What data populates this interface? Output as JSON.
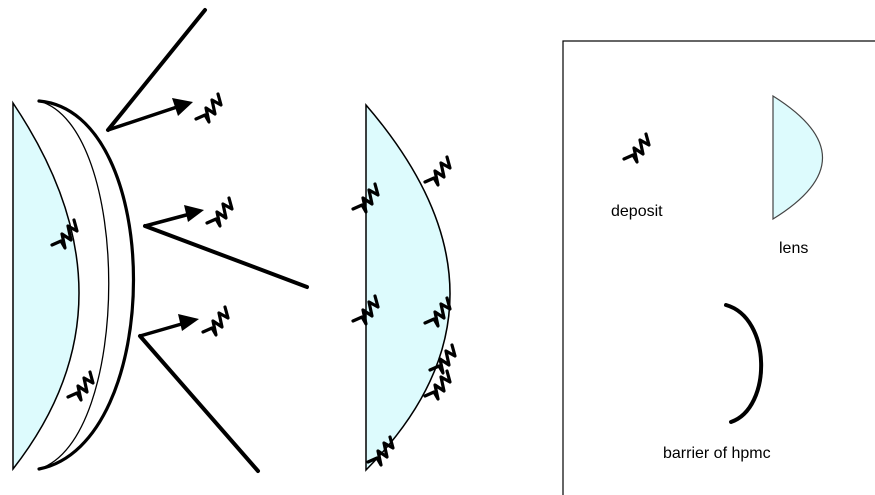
{
  "colors": {
    "lens_fill": "#ddfbfd",
    "stroke": "#000000",
    "background": "#ffffff"
  },
  "legend": {
    "deposit_label": "deposit",
    "lens_label": "lens",
    "barrier_label": "barrier of hpmc"
  }
}
